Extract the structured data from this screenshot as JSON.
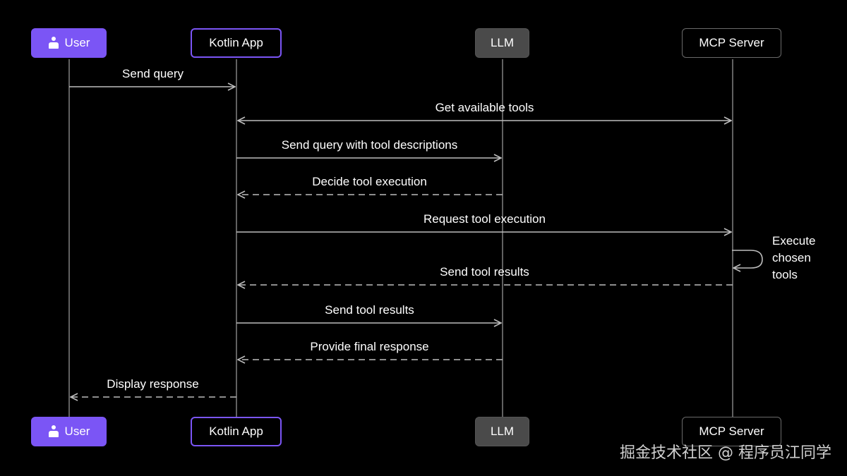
{
  "participants": {
    "user": "User",
    "kotlin_app": "Kotlin App",
    "llm": "LLM",
    "mcp_server": "MCP Server"
  },
  "messages": [
    {
      "label": "Send query",
      "from": "user",
      "to": "kotlin_app",
      "style": "solid"
    },
    {
      "label": "Get available tools",
      "from": "kotlin_app",
      "to": "mcp_server",
      "style": "solid-bidirectional"
    },
    {
      "label": "Send query with tool descriptions",
      "from": "kotlin_app",
      "to": "llm",
      "style": "solid"
    },
    {
      "label": "Decide tool execution",
      "from": "llm",
      "to": "kotlin_app",
      "style": "dashed"
    },
    {
      "label": "Request tool execution",
      "from": "kotlin_app",
      "to": "mcp_server",
      "style": "solid"
    },
    {
      "label": "Send tool results",
      "from": "mcp_server",
      "to": "kotlin_app",
      "style": "dashed"
    },
    {
      "label": "Send tool results",
      "from": "kotlin_app",
      "to": "llm",
      "style": "solid"
    },
    {
      "label": "Provide final response",
      "from": "llm",
      "to": "kotlin_app",
      "style": "dashed"
    },
    {
      "label": "Display response",
      "from": "kotlin_app",
      "to": "user",
      "style": "dashed"
    }
  ],
  "self_message": {
    "participant": "mcp_server",
    "lines": [
      "Execute",
      "chosen",
      "tools"
    ]
  },
  "watermark": "掘金技术社区 @ 程序员江同学",
  "colors": {
    "background": "#000000",
    "user_fill": "#7b55f5",
    "kotlin_border": "#7b55f5",
    "llm_fill": "#4a4a4a",
    "mcp_border": "#6a6a6a",
    "line": "#9a9a9a",
    "text": "#ffffff"
  },
  "icons": {
    "user": "person-icon"
  }
}
